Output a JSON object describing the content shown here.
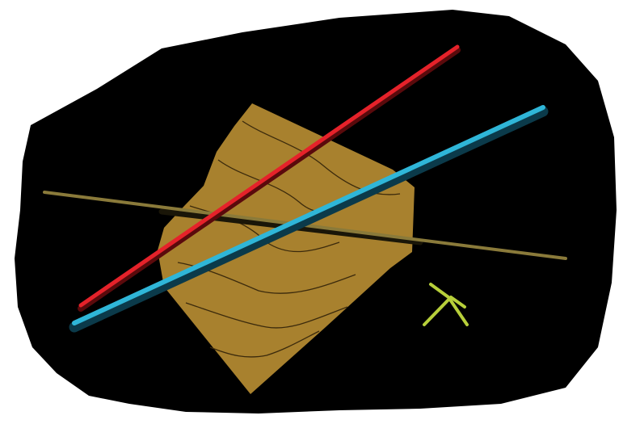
{
  "scene": {
    "background_color": "#ffffff",
    "region_color": "#000000",
    "surface": {
      "fill": "#a8812e",
      "contour_color": "#3b2a0c",
      "contour_count": 6
    },
    "rods": [
      {
        "id": "red-rod",
        "color": "#e5222a",
        "shadow": "#5a0a0c"
      },
      {
        "id": "cyan-rod",
        "color": "#2fb6d8",
        "shadow": "#0b3a4a"
      },
      {
        "id": "olive-rod",
        "color": "#8a7a3a",
        "shadow": "#1a1608"
      }
    ],
    "axis_marker": {
      "color": "#b7cf3a",
      "icon": "axes-icon"
    }
  }
}
